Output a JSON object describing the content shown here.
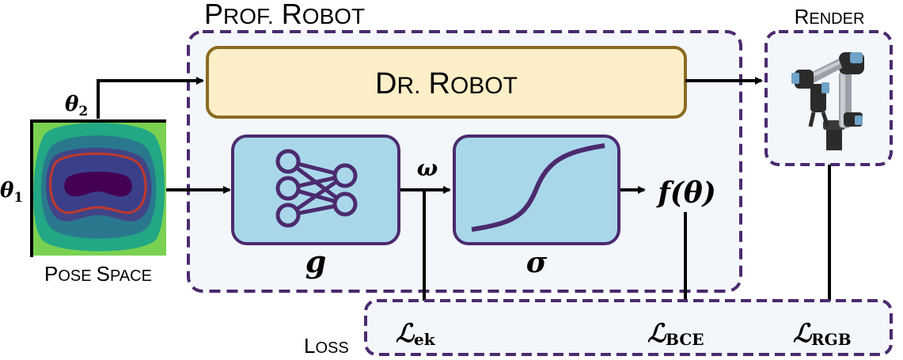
{
  "prof_robot": {
    "title_first": "P",
    "title_first_rest": "ROF.",
    "title_second": "R",
    "title_second_rest": "OBOT"
  },
  "dr_robot": {
    "label_first": "D",
    "label_first_rest": "R.",
    "label_second": "R",
    "label_second_rest": "OBOT"
  },
  "render": {
    "label_first": "R",
    "label_rest": "ENDER"
  },
  "pose_space": {
    "label_first": "P",
    "label_first_rest": "OSE",
    "label_second": "S",
    "label_second_rest": "PACE",
    "theta1": "θ",
    "theta1_sub": "1",
    "theta2": "θ",
    "theta2_sub": "2"
  },
  "network": {
    "symbol": "g"
  },
  "sigmoid": {
    "symbol": "σ"
  },
  "omega": "ω",
  "output": "f(θ)",
  "loss": {
    "label_first": "L",
    "label_rest": "OSS",
    "terms": [
      {
        "symbol": "ℒ",
        "sub": "ek"
      },
      {
        "symbol": "ℒ",
        "sub": "BCE"
      },
      {
        "symbol": "ℒ",
        "sub": "RGB"
      }
    ]
  },
  "colors": {
    "container_border": "#4b2a6e",
    "container_fill": "#f3f7fb",
    "dr_robot_fill": "#fcefc8",
    "dr_robot_border": "#8a6a22",
    "module_fill": "#a9d7ea",
    "module_border": "#4b2a6e",
    "contour_red": "#c0392b"
  }
}
